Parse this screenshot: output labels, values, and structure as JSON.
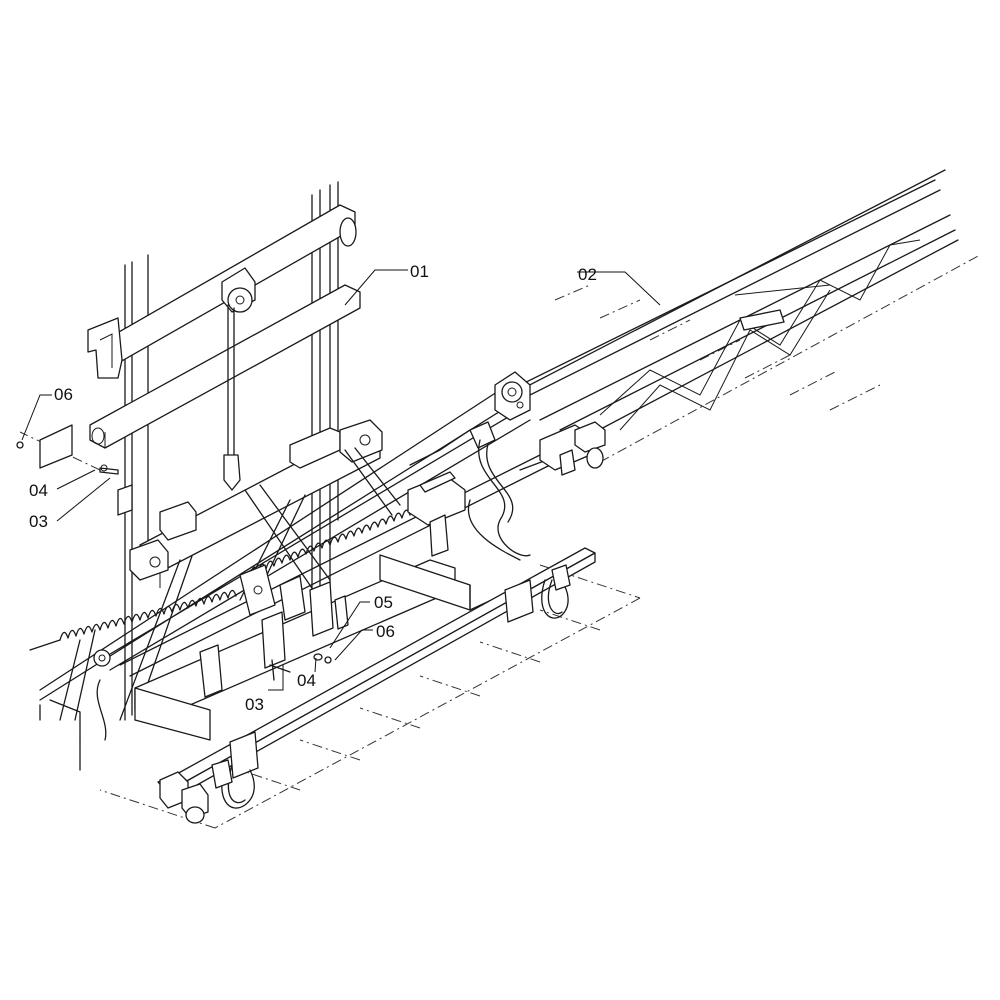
{
  "callouts": [
    {
      "id": "c01",
      "label": "01"
    },
    {
      "id": "c02",
      "label": "02"
    },
    {
      "id": "c03a",
      "label": "03"
    },
    {
      "id": "c03b",
      "label": "03"
    },
    {
      "id": "c04a",
      "label": "04"
    },
    {
      "id": "c04b",
      "label": "04"
    },
    {
      "id": "c05",
      "label": "05"
    },
    {
      "id": "c06a",
      "label": "06"
    },
    {
      "id": "c06b",
      "label": "06"
    }
  ]
}
